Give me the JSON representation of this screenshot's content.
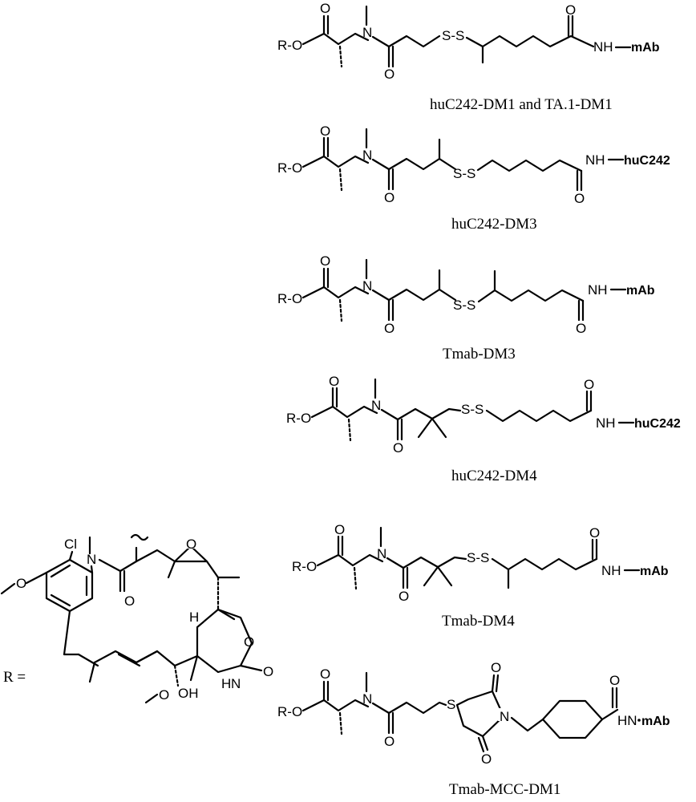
{
  "atoms": {
    "r_o": "R-O",
    "o": "O",
    "n": "N",
    "s": "S",
    "s_s": "S-S",
    "nh": "NH",
    "hn": "HN",
    "cl": "Cl",
    "oh": "OH",
    "h": "H"
  },
  "structures": [
    {
      "terminal": "mAb",
      "caption": "huC242-DM1 and TA.1-DM1"
    },
    {
      "terminal": "huC242",
      "caption": "huC242-DM3"
    },
    {
      "terminal": "mAb",
      "caption": "Tmab-DM3"
    },
    {
      "terminal": "huC242",
      "caption": "huC242-DM4"
    },
    {
      "terminal": "mAb",
      "caption": "Tmab-DM4"
    },
    {
      "terminal": "mAb",
      "caption": "Tmab-MCC-DM1"
    }
  ],
  "r_group": {
    "label": "R ="
  }
}
